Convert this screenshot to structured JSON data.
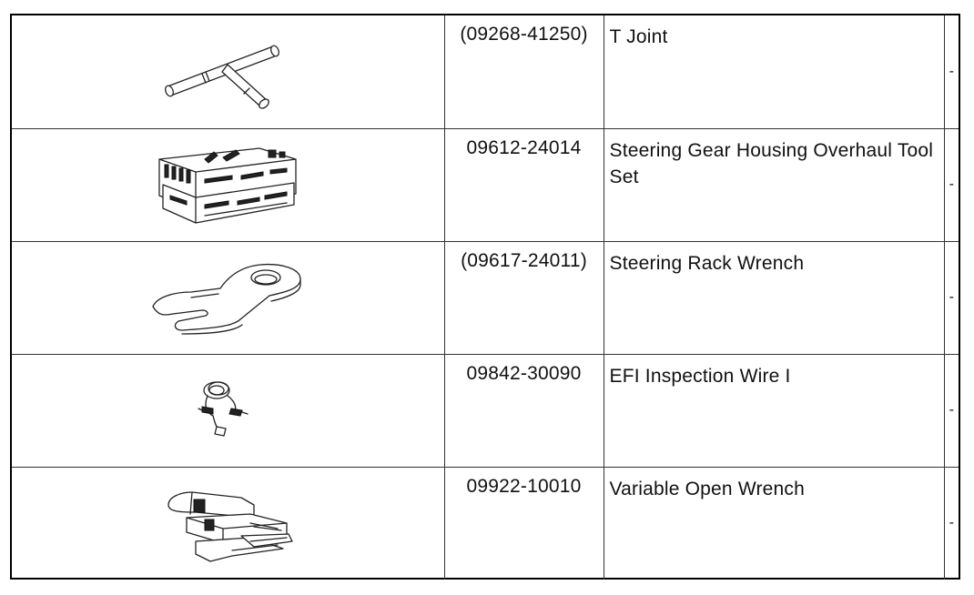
{
  "tools": [
    {
      "part_number": "(09268-41250)",
      "name": "T Joint",
      "marker": "-",
      "icon": "t-joint-icon"
    },
    {
      "part_number": "09612-24014",
      "name": "Steering Gear Housing Overhaul Tool Set",
      "marker": "-",
      "icon": "tool-set-icon"
    },
    {
      "part_number": "(09617-24011)",
      "name": "Steering Rack Wrench",
      "marker": "-",
      "icon": "rack-wrench-icon"
    },
    {
      "part_number": "09842-30090",
      "name": "EFI Inspection Wire I",
      "marker": "-",
      "icon": "inspection-wire-icon"
    },
    {
      "part_number": "09922-10010",
      "name": "Variable Open Wrench",
      "marker": "-",
      "icon": "variable-wrench-icon"
    }
  ]
}
